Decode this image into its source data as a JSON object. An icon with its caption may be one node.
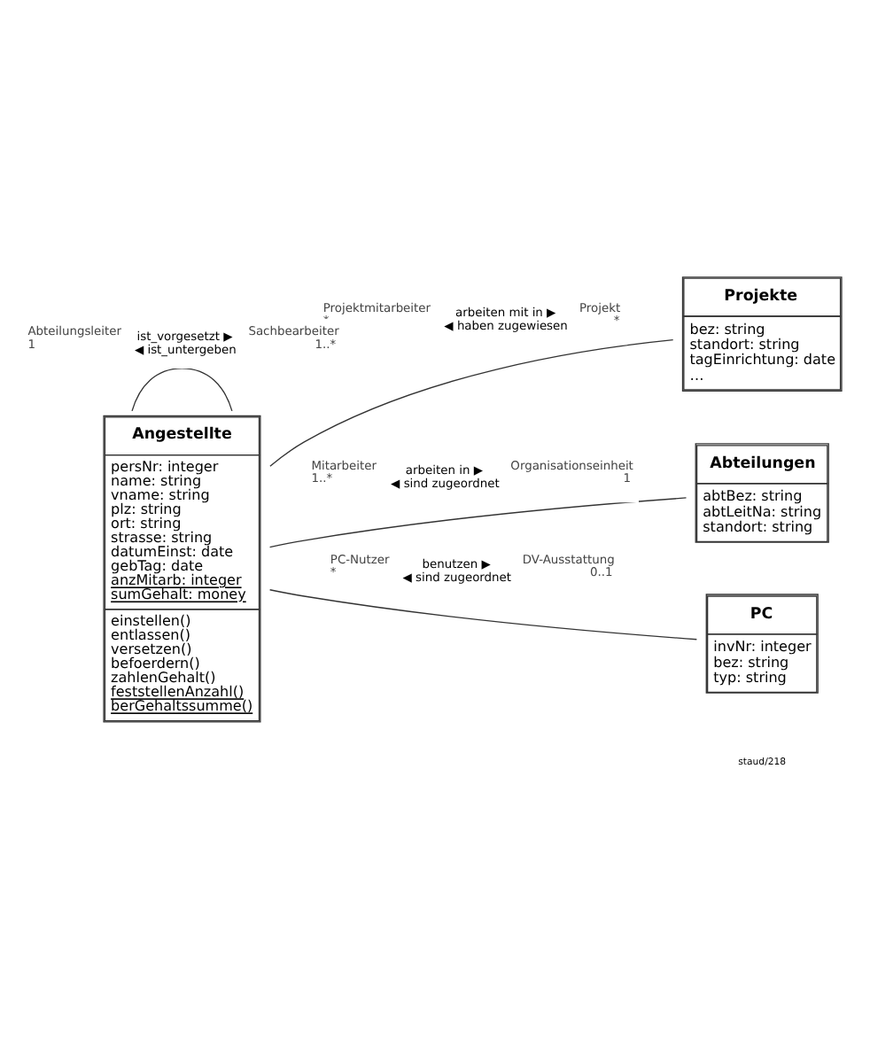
{
  "diagram": {
    "nodes": [
      {
        "text": [
          "Projekte",
          "bez: string",
          "standort: string",
          "tagEinrichtung: date",
          "…"
        ]
      },
      {
        "text": [
          "Abteilungen",
          "abtBez: string",
          "abtLeitNa: string",
          "standort: string"
        ]
      },
      {
        "text": [
          "Angestellte",
          "persNr: integer",
          "name: string",
          "vname: string",
          "plz: string",
          "ort: string",
          "strasse: string",
          "datumEinst: date",
          "gebTag: date",
          "anzMitarb: integer",
          "sumGehalt: money",
          "einstellen()",
          "entlassen()",
          "versetzen()",
          "befoerdern()",
          "zahlenGehalt()",
          "feststellenAnzahl()",
          "berGehaltssumme()"
        ]
      },
      {
        "text": [
          "PC",
          "invNr: integer",
          "bez: string",
          "typ: string"
        ]
      }
    ],
    "edges": [
      {
        "from": 2,
        "to": 0,
        "arrow": "none",
        "label": "arbeiten mit in ▶"
      },
      {
        "from": 2,
        "to": 1,
        "arrow": "none",
        "label": "arbeiten in ▶"
      },
      {
        "from": 2,
        "to": 3,
        "arrow": "none",
        "label": "benutzen ▶"
      },
      {
        "from": 2,
        "to": 2,
        "arrow": "none",
        "label": "ist_vorgesetzt ▶"
      }
    ],
    "labels": [
      "◀ haben zugewiesen",
      "Projektmitarbeiter",
      "*",
      "Projekt",
      "*",
      "◀ sind zugeordnet",
      "Mitarbeiter",
      "1..*",
      "Organisationseinheit",
      "1",
      "◀ sind zugeordnet",
      "PC-Nutzer",
      "*",
      "DV-Ausstattung",
      "0..1",
      "◀ ist_untergeben",
      "Abteilungsleiter",
      "1",
      "Sachbearbeiter",
      "1..*",
      "staud/218"
    ]
  }
}
